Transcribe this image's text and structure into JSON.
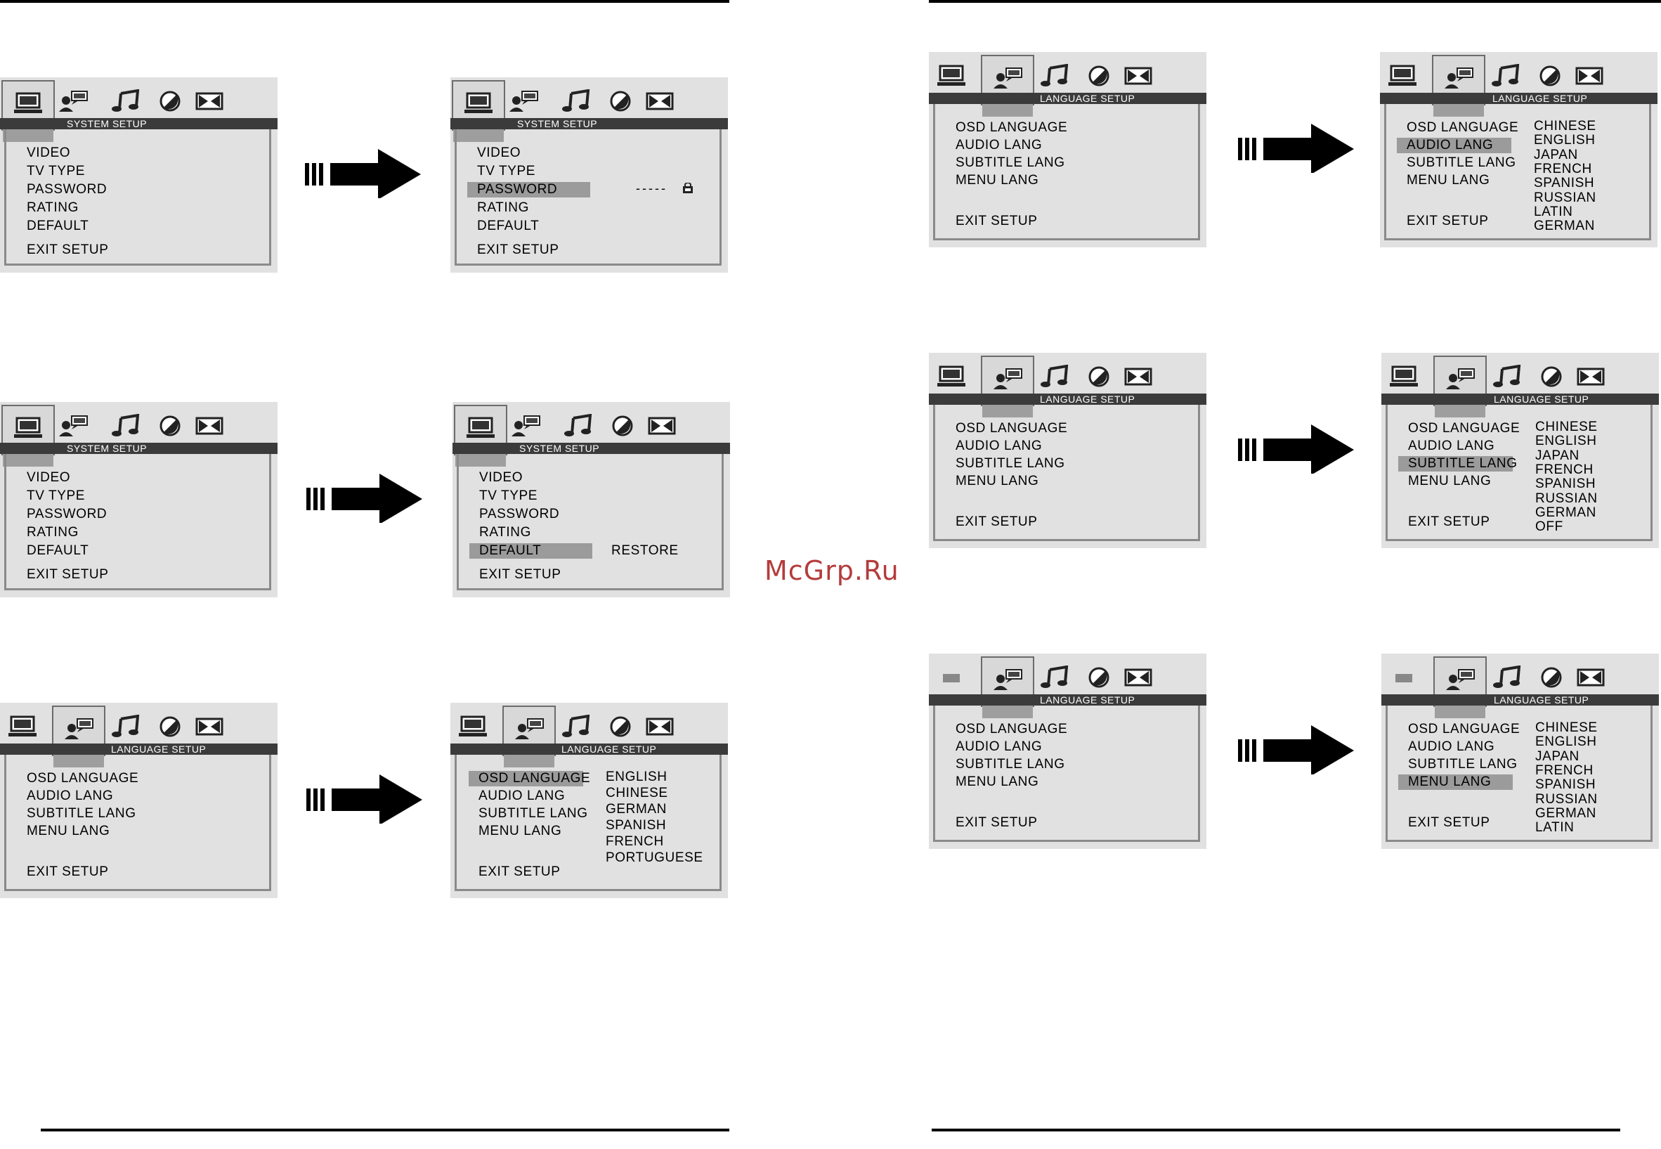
{
  "icons": [
    "monitor-icon",
    "user-chat-icon",
    "music-note-icon",
    "contrast-icon",
    "speaker-icon"
  ],
  "system_header": "SYSTEM SETUP",
  "language_header": "LANGUAGE SETUP",
  "system_items": [
    "VIDEO",
    "TV TYPE",
    "PASSWORD",
    "RATING",
    "DEFAULT",
    "EXIT SETUP"
  ],
  "language_items": [
    "OSD LANGUAGE",
    "AUDIO LANG",
    "SUBTITLE LANG",
    "MENU LANG",
    "EXIT SETUP"
  ],
  "password_value": "-----",
  "default_option": "RESTORE",
  "osd_options": [
    "ENGLISH",
    "CHINESE",
    "GERMAN",
    "SPANISH",
    "FRENCH",
    "PORTUGUESE"
  ],
  "audio_options": [
    "CHINESE",
    "ENGLISH",
    "JAPAN",
    "FRENCH",
    "SPANISH",
    "RUSSIAN",
    "LATIN",
    "GERMAN"
  ],
  "subtitle_options": [
    "CHINESE",
    "ENGLISH",
    "JAPAN",
    "FRENCH",
    "SPANISH",
    "RUSSIAN",
    "GERMAN",
    "OFF"
  ],
  "menu_options": [
    "CHINESE",
    "ENGLISH",
    "JAPAN",
    "FRENCH",
    "SPANISH",
    "RUSSIAN",
    "GERMAN",
    "LATIN"
  ],
  "watermark": "McGrp.Ru",
  "colors": {
    "header": "#3b3b3b",
    "panel": "#e1e1e1",
    "highlight": "#9b9b9b"
  }
}
